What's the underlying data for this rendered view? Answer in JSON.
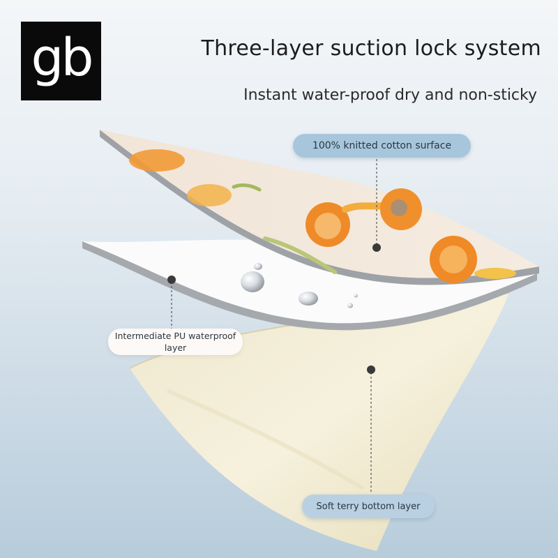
{
  "brand": {
    "logo_text": "gb"
  },
  "header": {
    "title": "Three-layer suction lock system",
    "subtitle": "Instant water-proof dry and non-sticky"
  },
  "callouts": {
    "top_layer": "100% knitted cotton surface",
    "middle_layer": "Intermediate PU waterproof layer",
    "bottom_layer": "Soft terry bottom layer"
  },
  "colors": {
    "cotton_surface": "#f3e7dc",
    "lion_orange": "#f08c2a",
    "pu_layer": "#fbfbfb",
    "terry_layer": "#f2ecd2",
    "edge_gray": "#9a9ea2",
    "pill_blue": "#a7c6dc"
  }
}
